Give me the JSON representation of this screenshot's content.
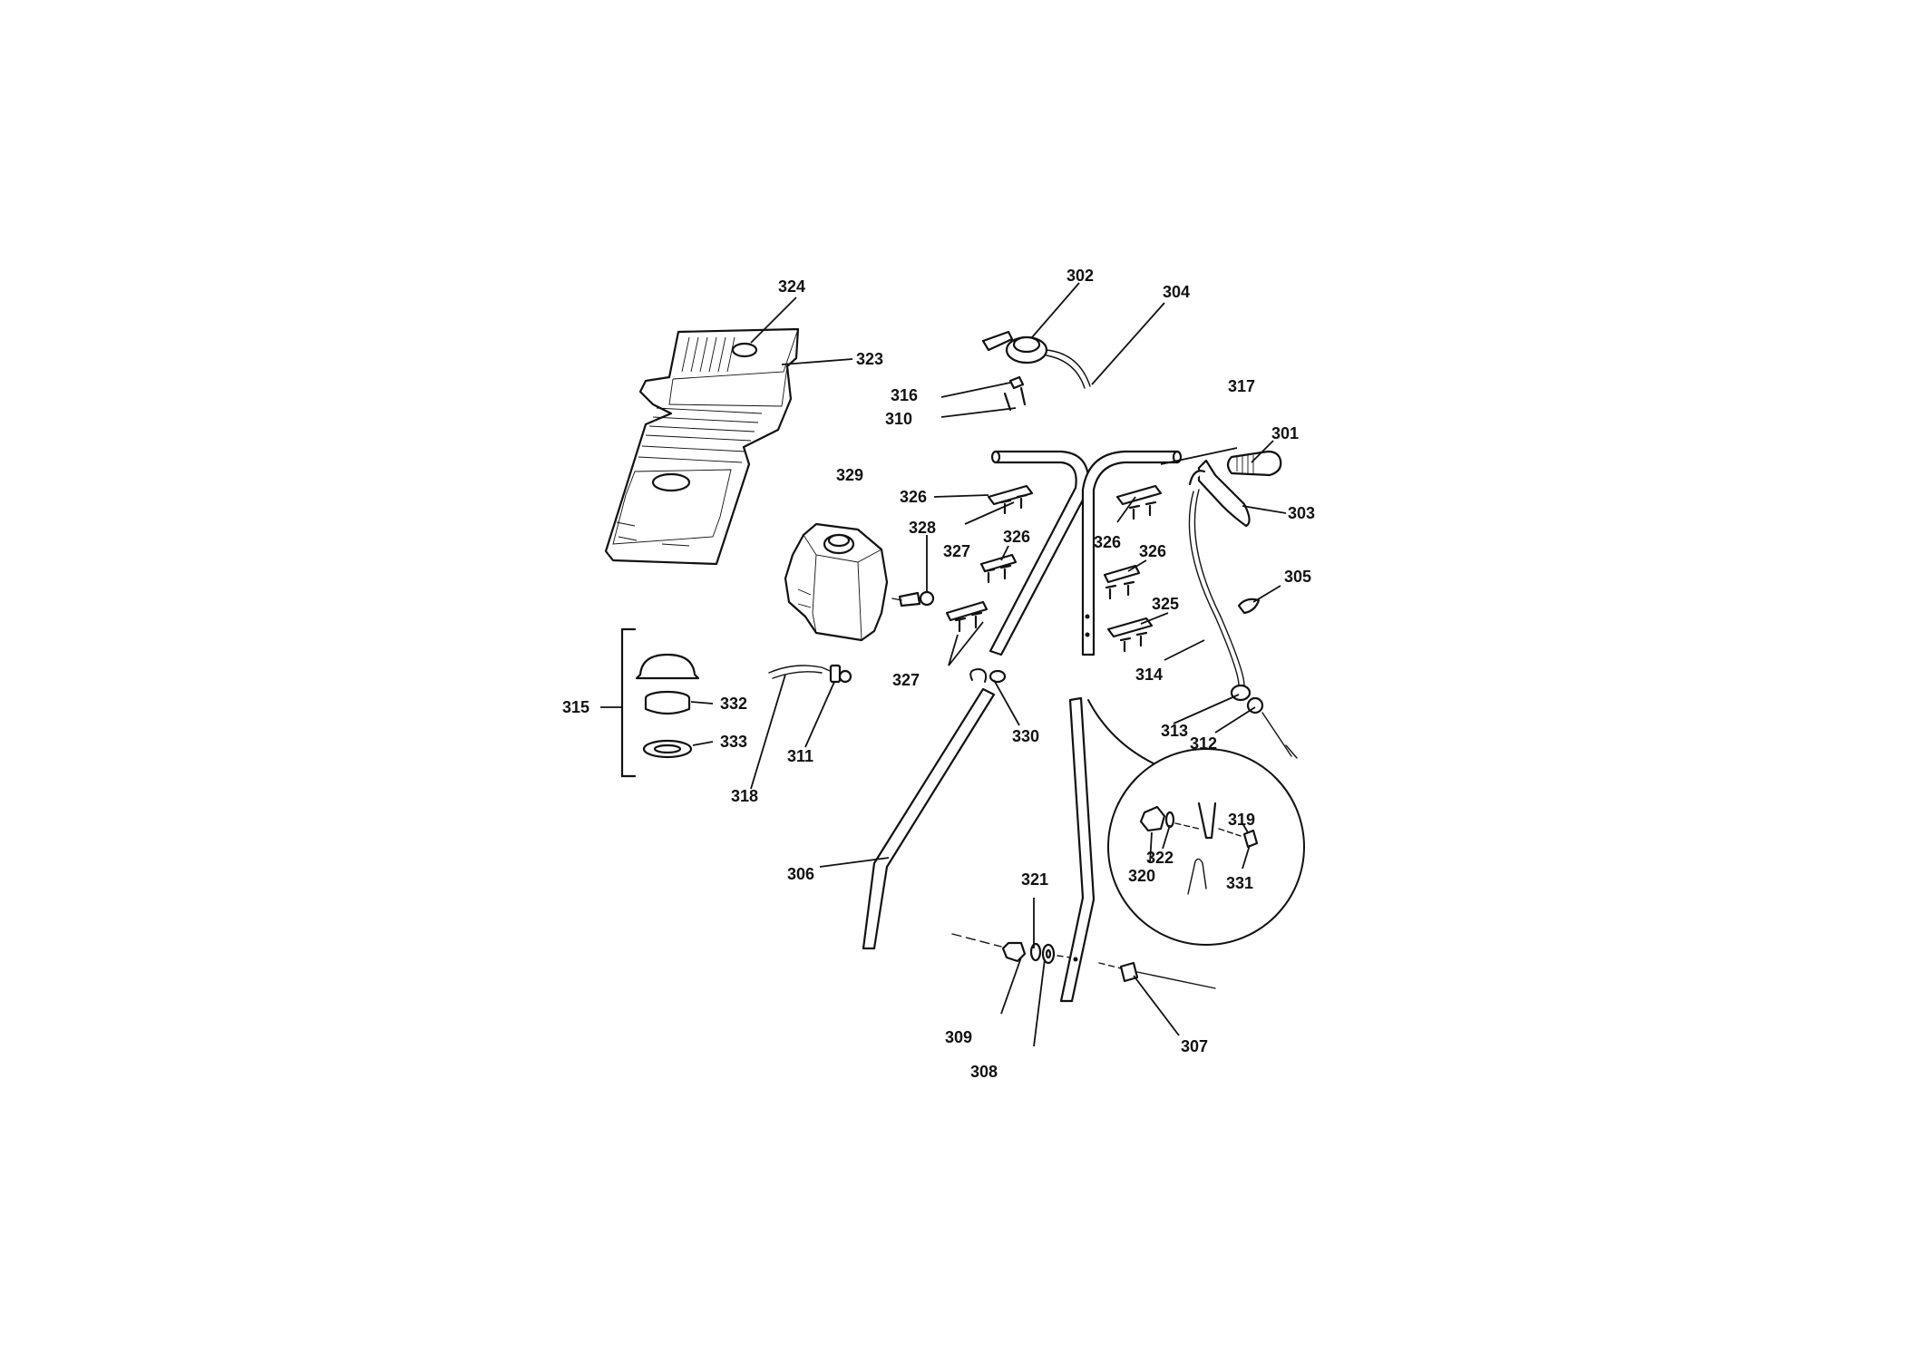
{
  "labels": {
    "p301": "301",
    "p302": "302",
    "p303": "303",
    "p304": "304",
    "p305": "305",
    "p306": "306",
    "p307": "307",
    "p308": "308",
    "p309": "309",
    "p310": "310",
    "p311": "311",
    "p312": "312",
    "p313": "313",
    "p314": "314",
    "p315": "315",
    "p316": "316",
    "p317": "317",
    "p318": "318",
    "p319": "319",
    "p320": "320",
    "p321": "321",
    "p322": "322",
    "p323": "323",
    "p324": "324",
    "p325": "325",
    "p326a": "326",
    "p326b": "326",
    "p326c": "326",
    "p326d": "326",
    "p327a": "327",
    "p327b": "327",
    "p328": "328",
    "p329": "329",
    "p330": "330",
    "p331": "331",
    "p332": "332",
    "p333": "333"
  },
  "colors": {
    "ink": "#111111",
    "paper": "#ffffff"
  }
}
